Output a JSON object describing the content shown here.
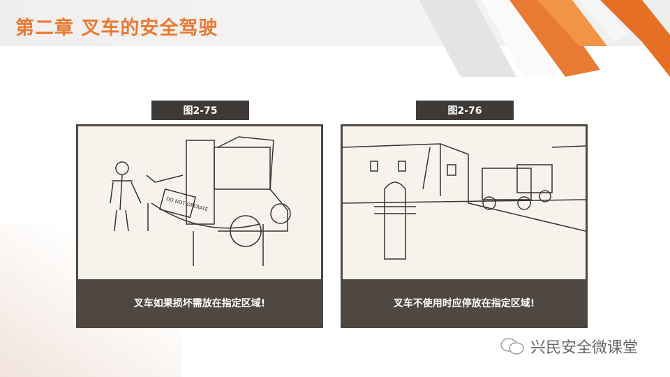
{
  "header": {
    "title": "第二章 叉车的安全驾驶"
  },
  "figures": [
    {
      "label": "图2-75",
      "caption": "叉车如果损坏需放在指定区域!",
      "sign_text": "DO NOT OPERATE"
    },
    {
      "label": "图2-76",
      "caption": "叉车不使用时应停放在指定区域!"
    }
  ],
  "footer": {
    "brand": "兴民安全微课堂"
  },
  "colors": {
    "accent": "#e87a33",
    "card": "#4e4742"
  }
}
